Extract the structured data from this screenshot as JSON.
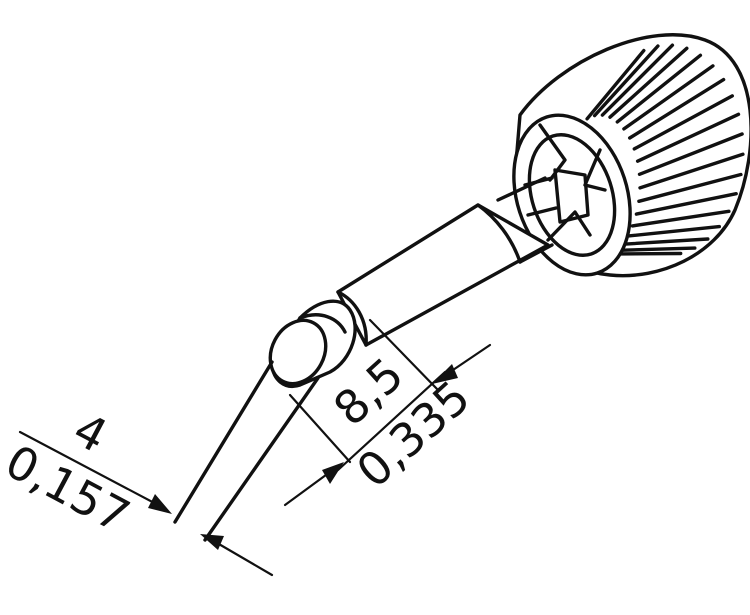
{
  "dimensions": {
    "tip_width_mm": "4",
    "tip_width_in": "0,157",
    "length_mm": "8,5",
    "length_in": "0,335"
  },
  "colors": {
    "stroke": "#111111",
    "background": "#ffffff"
  }
}
